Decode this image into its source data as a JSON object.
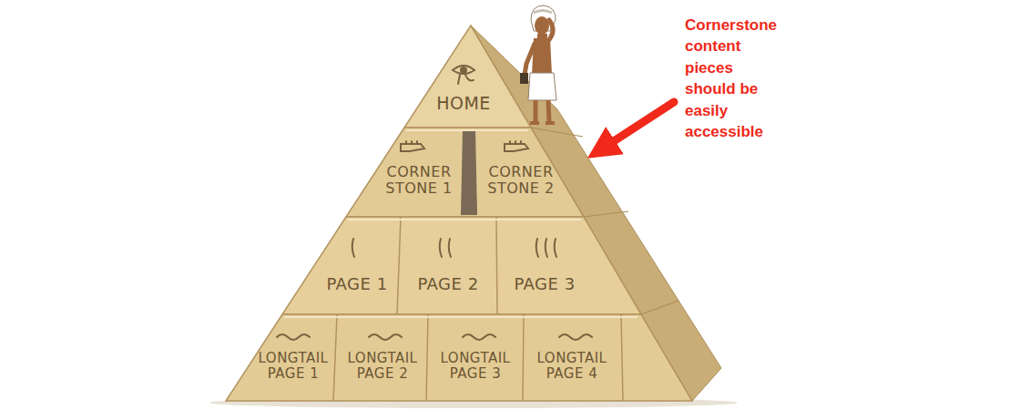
{
  "diagram": {
    "nodes": [
      {
        "text": [
          "HOME"
        ]
      },
      {
        "text": [
          "CORNER STONE 1"
        ]
      },
      {
        "text": [
          "CORNER STONE 2"
        ]
      },
      {
        "text": [
          "PAGE 1"
        ]
      },
      {
        "text": [
          "PAGE 2"
        ]
      },
      {
        "text": [
          "PAGE 3"
        ]
      },
      {
        "text": [
          "LONGTAIL PAGE 1"
        ]
      },
      {
        "text": [
          "LONGTAIL PAGE 2"
        ]
      },
      {
        "text": [
          "LONGTAIL PAGE 3"
        ]
      },
      {
        "text": [
          "LONGTAIL PAGE 4"
        ]
      }
    ],
    "labels": [
      "Cornerstone content pieces should be easily accessible"
    ]
  }
}
